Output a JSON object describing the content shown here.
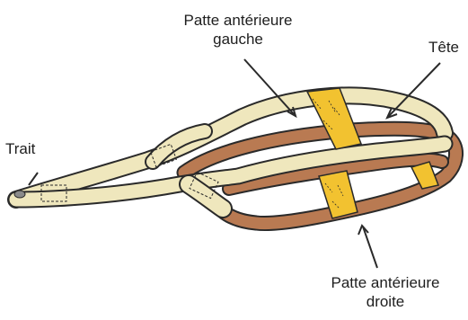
{
  "diagram": {
    "labels": {
      "left_front_leg": {
        "line1": "Patte antérieure",
        "line2": "gauche"
      },
      "head": "Tête",
      "trace": "Trait",
      "right_front_leg": {
        "line1": "Patte antérieure",
        "line2": "droite"
      }
    },
    "colors": {
      "outline": "#2a2a2a",
      "strap_cream": "#efe7bd",
      "strap_brown": "#b97a52",
      "band_yellow": "#f2c230"
    }
  }
}
